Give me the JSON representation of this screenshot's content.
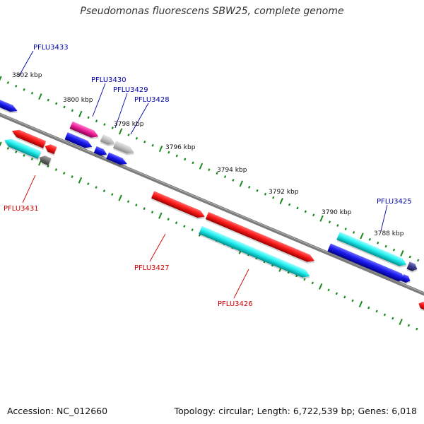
{
  "title": "Pseudomonas fluorescens SBW25, complete genome",
  "footer": {
    "accession": "Accession: NC_012660",
    "summary": "Topology: circular; Length: 6,722,539 bp; Genes: 6,018"
  },
  "colors": {
    "forward_label": "#0000aa",
    "reverse_label": "#cc0000",
    "ruler_ticks": "#1a8a1a",
    "backbone": "#7a7a7a"
  },
  "ruler": {
    "unit": "kbp",
    "labels": [
      "3802 kbp",
      "3800 kbp",
      "3798 kbp",
      "3796 kbp",
      "3794 kbp",
      "3792 kbp",
      "3790 kbp",
      "3788 kbp"
    ]
  },
  "gene_labels": [
    {
      "id": "PFLU3433",
      "strand": "forward"
    },
    {
      "id": "PFLU3430",
      "strand": "forward"
    },
    {
      "id": "PFLU3429",
      "strand": "forward"
    },
    {
      "id": "PFLU3428",
      "strand": "forward"
    },
    {
      "id": "PFLU3425",
      "strand": "forward"
    },
    {
      "id": "PFLU3431",
      "strand": "reverse"
    },
    {
      "id": "PFLU3427",
      "strand": "reverse"
    },
    {
      "id": "PFLU3426",
      "strand": "reverse"
    }
  ]
}
